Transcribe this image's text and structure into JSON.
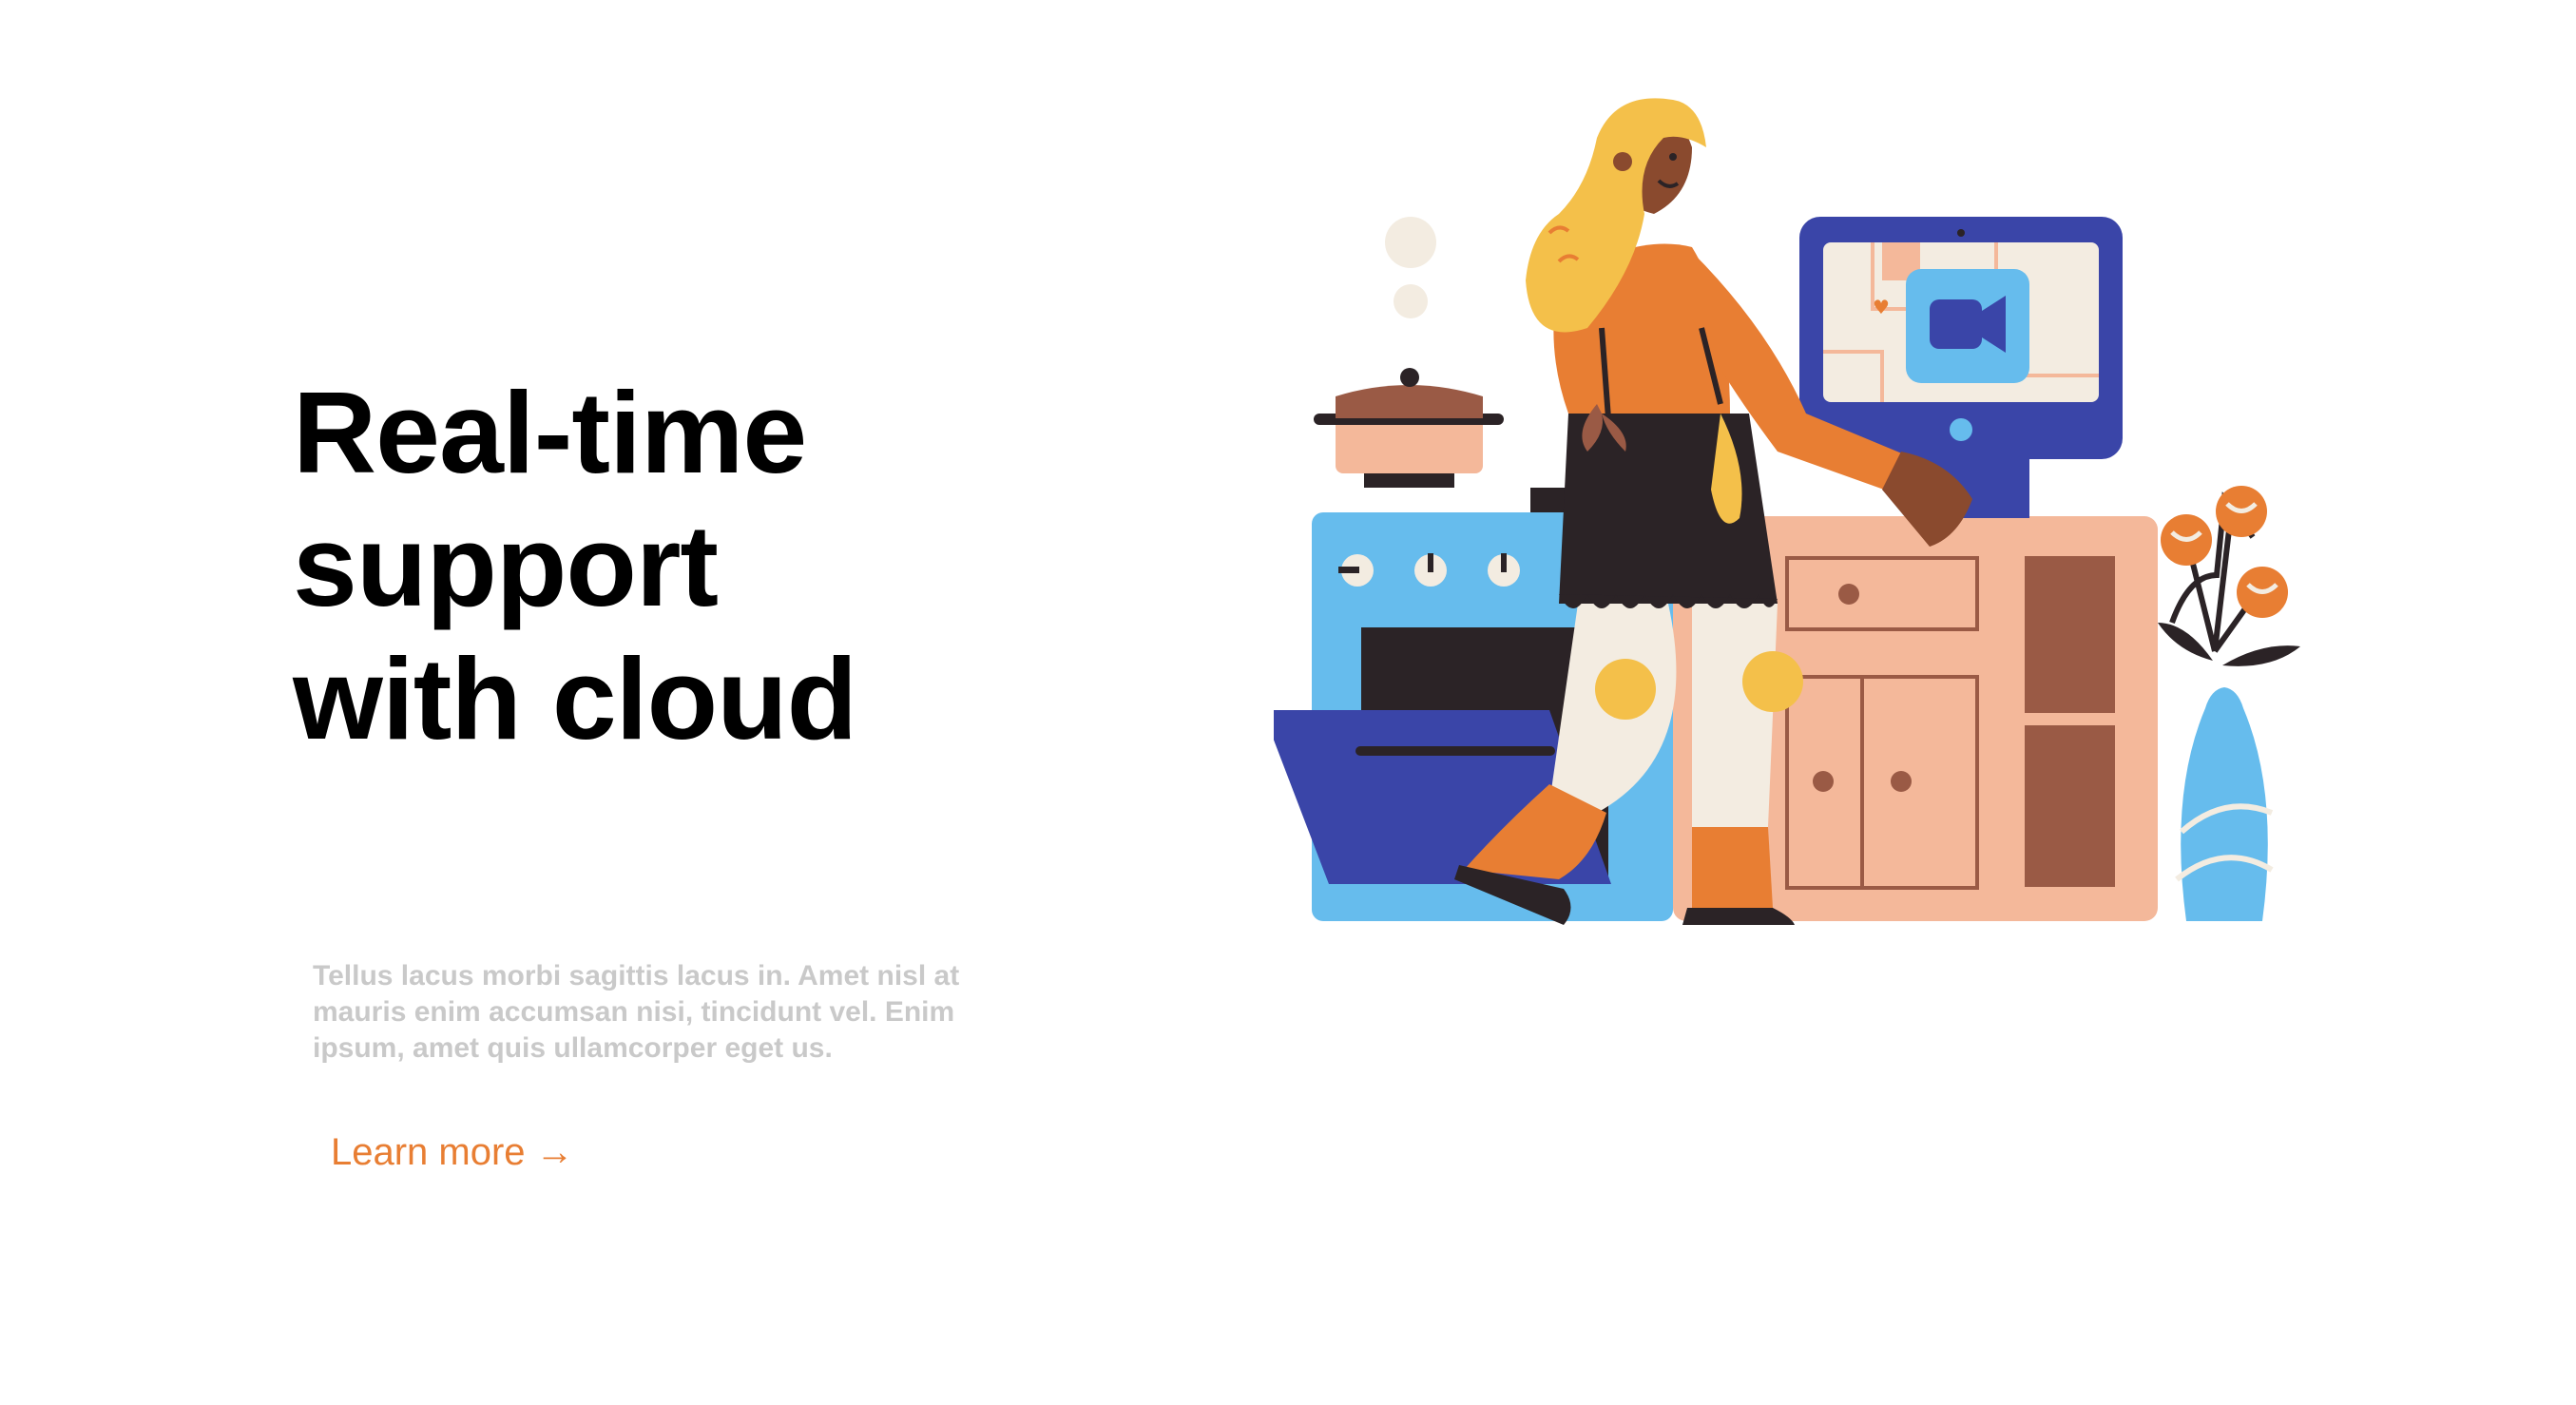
{
  "hero": {
    "title_lines": [
      "Real-time",
      "support",
      "with cloud"
    ],
    "description": "Tellus lacus morbi sagittis lacus in. Amet nisl at mauris enim accumsan nisi, tincidunt vel. Enim ipsum, amet quis ullamcorper eget us.",
    "cta_label": "Learn more →"
  },
  "illustration": {
    "description_icon": "video-camera-icon",
    "colors": {
      "accent_orange": "#e87e33",
      "blue_light": "#66bced",
      "blue_dark": "#3a45a8",
      "cabinet_peach": "#f4b89a",
      "cabinet_brown": "#9a5a45",
      "hair_yellow": "#f4c04a",
      "skin_brown": "#8a4a2e",
      "apron_dark": "#2b2326",
      "cream": "#f3ece1"
    }
  }
}
